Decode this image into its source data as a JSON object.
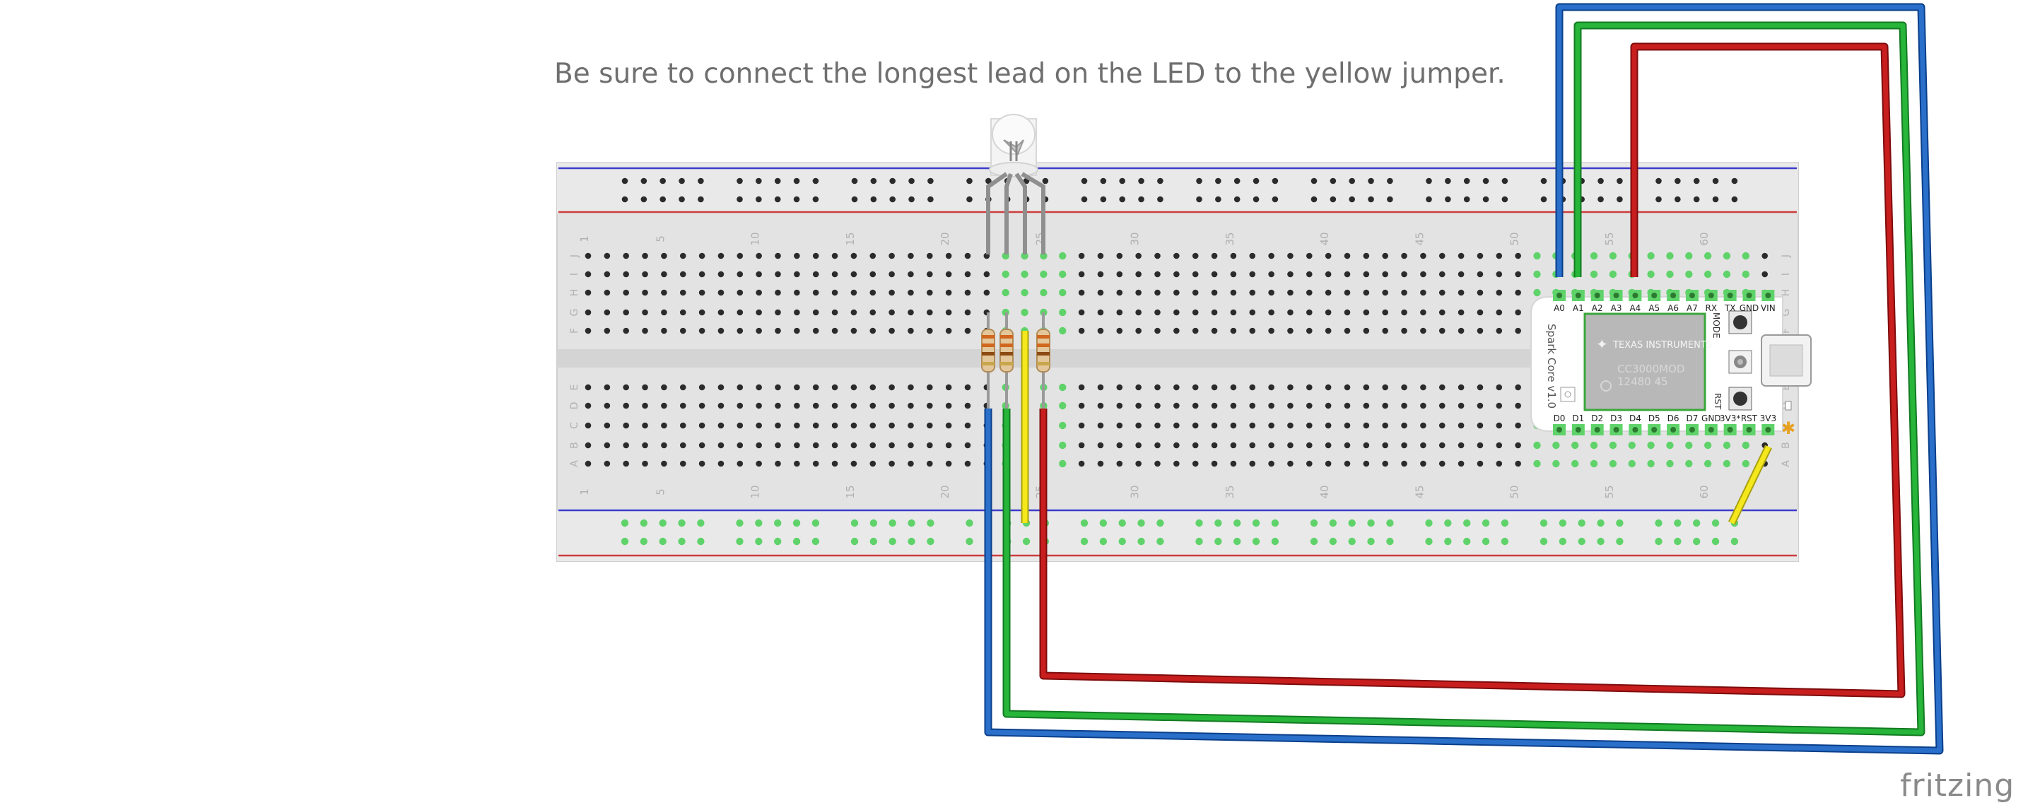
{
  "caption": "Be sure to connect the longest lead on the LED to the yellow jumper.",
  "logo": "fritzing",
  "breadboard": {
    "column_numbers": [
      "1",
      "5",
      "10",
      "15",
      "20",
      "25",
      "30",
      "35",
      "40",
      "45",
      "50",
      "55",
      "60"
    ],
    "row_letters_top": [
      "J",
      "I",
      "H",
      "G",
      "F"
    ],
    "row_letters_bottom": [
      "E",
      "D",
      "C",
      "B",
      "A"
    ]
  },
  "spark_core": {
    "name": "Spark Core v1.0",
    "top_pins": [
      "A0",
      "A1",
      "A2",
      "A3",
      "A4",
      "A5",
      "A6",
      "A7",
      "RX",
      "TX",
      "GND",
      "VIN"
    ],
    "bottom_pins": [
      "D0",
      "D1",
      "D2",
      "D3",
      "D4",
      "D5",
      "D6",
      "D7",
      "GND",
      "3V3*",
      "RST",
      "3V3"
    ],
    "chip_brand": "TEXAS INSTRUMENTS",
    "chip_model": "CC3000MOD",
    "chip_code": "12480 45",
    "button_mode": "MODE",
    "button_rst": "RST"
  },
  "colors": {
    "blue_wire": "#2a6fc9",
    "green_wire": "#27b53a",
    "red_wire": "#c81e1e",
    "yellow_wire": "#f4e81c",
    "rail_blue": "#3c3ccc",
    "rail_red": "#cc3c3c",
    "board": "#e6e6e6",
    "hole": "#2b2b2b",
    "hole_connected": "#5fd36a"
  }
}
